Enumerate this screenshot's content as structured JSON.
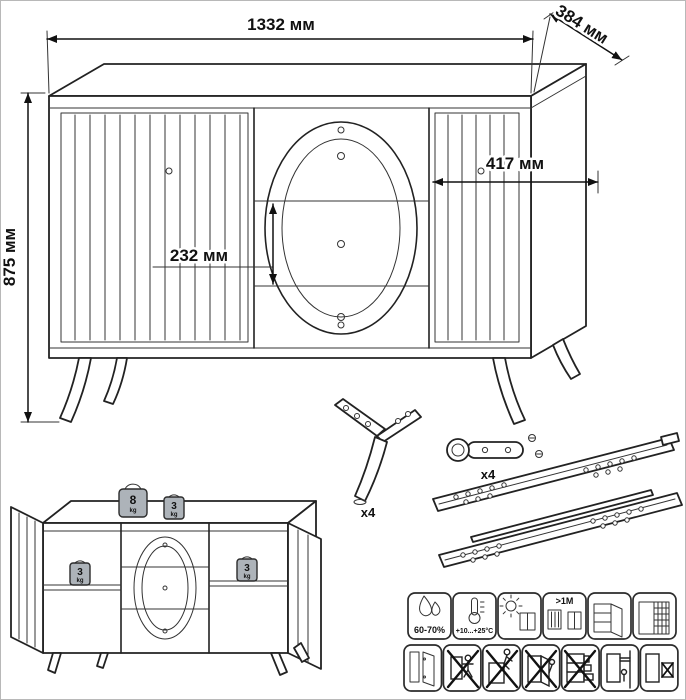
{
  "drawing": {
    "dimensions": {
      "overall_width": "1332 мм",
      "overall_depth": "384 мм",
      "overall_height": "875 мм",
      "center_section_width": "417 мм",
      "drawer_opening_height": "232 мм"
    }
  },
  "hardware": {
    "leg": {
      "qty": "x4"
    },
    "hinge": {
      "qty": "x4"
    }
  },
  "load_limits": {
    "top": {
      "value": "8",
      "unit": "kg"
    },
    "center": {
      "value": "3",
      "unit": "kg"
    },
    "left_shelf": {
      "value": "3",
      "unit": "kg"
    },
    "right_shelf": {
      "value": "3",
      "unit": "kg"
    }
  },
  "care_icons": {
    "humidity": "60-70%",
    "temperature": "+10...+25°C",
    "heat_distance": ">1M"
  }
}
